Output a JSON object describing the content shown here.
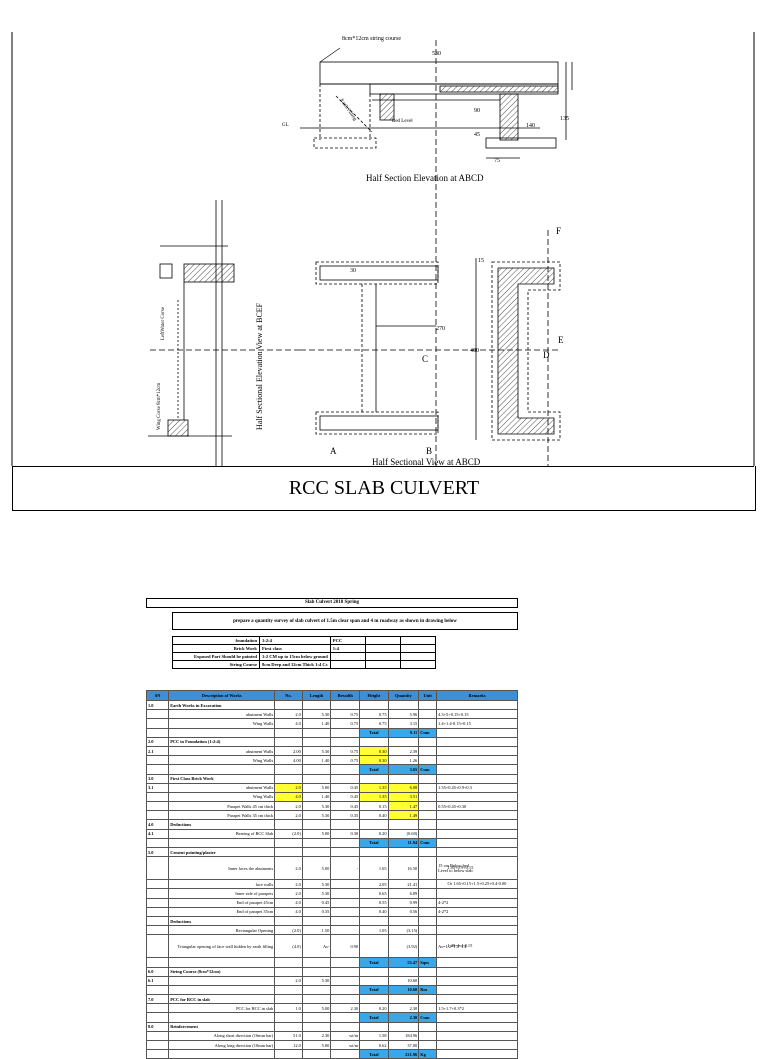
{
  "drawing": {
    "title": "RCC SLAB CULVERT",
    "labels": {
      "string_course_note": "8cm*12cm string course",
      "dim_530": "530",
      "dim_135": "135",
      "dim_140": "140",
      "dim_75": "75",
      "dim_90": "90",
      "dim_45": "45",
      "dim_30": "30",
      "dim_15": "15",
      "dim_270": "270",
      "dim_400": "400",
      "gl": "GL",
      "bed_level": "Bed Level",
      "earth_filling": "Earth Filling",
      "half_section_abcd": "Half Section Elevation  at  ABCD",
      "half_sectional_view_abcd": "Half Sectional View at ABCD",
      "half_sectional_elev_bcef": "Half Sectional  Elevation View at BCEF",
      "left_note_1": "LeftWater Corse",
      "left_note_2": "Wing Corse 8cm*12cm",
      "pt_a": "A",
      "pt_b": "B",
      "pt_c": "C",
      "pt_d": "D",
      "pt_e": "E",
      "pt_f": "F"
    }
  },
  "sheet": {
    "title": "Slab Culvert 2018 Spring",
    "prompt": "prepare a quantity survey of slab culvert of 1.5m clear span and 4 m roadway as shown in drawing below",
    "spec_rows": [
      [
        "foundation",
        "1:2:4",
        "PCC",
        "",
        ""
      ],
      [
        "Brick Work",
        "First class",
        "1:4",
        "",
        ""
      ],
      [
        "Exposed Part Should be pointed",
        "1:2 CM up to 15cm below ground",
        "",
        "",
        ""
      ],
      [
        "String Course",
        "8cm Deep and 12cm Thick 1:4 Cs",
        "",
        "",
        ""
      ]
    ],
    "headers": [
      "SN",
      "Description of Works",
      "No.",
      "Length",
      "Breadth",
      "Height",
      "Quantity",
      "Unit",
      "Remarks"
    ],
    "rows": [
      {
        "sn": "1.0",
        "desc": "Earth Works in Excavation",
        "no": "",
        "l": "",
        "b": "",
        "h": "",
        "q": "",
        "u": "",
        "rem": "",
        "kind": "section"
      },
      {
        "sn": "",
        "desc": "abutment Walls",
        "no": "2.0",
        "l": "5.30",
        "b": "0.75",
        "h": "0.75",
        "q": "5.96",
        "u": "",
        "rem": "4.3+5+0.15+0.15",
        "kind": "item"
      },
      {
        "sn": "",
        "desc": "Wing Walls",
        "no": "4.0",
        "l": "1.40",
        "b": "0.75",
        "h": "0.75",
        "q": "3.15",
        "u": "",
        "rem": "1.4+1.4-0.15+0.15",
        "kind": "item"
      },
      {
        "sn": "",
        "desc": "",
        "no": "",
        "l": "",
        "b": "",
        "h": "Total",
        "q": "9.11",
        "u": "Cum",
        "rem": "",
        "kind": "total"
      },
      {
        "sn": "2.0",
        "desc": "PCC in Foundation (1:2:4)",
        "no": "",
        "l": "",
        "b": "",
        "h": "",
        "q": "",
        "u": "",
        "rem": "",
        "kind": "section"
      },
      {
        "sn": "2.1",
        "desc": "abutment Walls",
        "no": "2.00",
        "l": "5.30",
        "b": "0.75",
        "h": "0.30",
        "q": "2.39",
        "u": "",
        "rem": "",
        "kind": "item",
        "yh": true
      },
      {
        "sn": "",
        "desc": "Wing Walls",
        "no": "4.00",
        "l": "1.40",
        "b": "0.75",
        "h": "0.30",
        "q": "1.26",
        "u": "",
        "rem": "",
        "kind": "item",
        "yh": true
      },
      {
        "sn": "",
        "desc": "",
        "no": "",
        "l": "",
        "b": "",
        "h": "Total",
        "q": "3.65",
        "u": "Cum",
        "rem": "",
        "kind": "total"
      },
      {
        "sn": "3.0",
        "desc": "First Class Brick Work",
        "no": "",
        "l": "",
        "b": "",
        "h": "",
        "q": "",
        "u": "",
        "rem": "",
        "kind": "section"
      },
      {
        "sn": "3.1",
        "desc": "abutment Walls",
        "no": "2.0",
        "l": "5.00",
        "b": "0.45",
        "h": "1.35",
        "q": "6.08",
        "u": "",
        "rem": "1.35+0.45+0.9+0.3",
        "kind": "item",
        "yall": true
      },
      {
        "sn": "",
        "desc": "Wing Walls",
        "no": "4.0",
        "l": "1.40",
        "b": "0.45",
        "h": "1.35",
        "q": "3.51",
        "u": "",
        "rem": "",
        "kind": "item",
        "yall": true
      },
      {
        "sn": "",
        "desc": "Parapet Walls 45 cm thick",
        "no": "2.0",
        "l": "5.30",
        "b": "0.45",
        "h": "0.15",
        "q": "1.47",
        "u": "",
        "rem": "0.55+0.45+0.30",
        "kind": "item",
        "yq": true
      },
      {
        "sn": "",
        "desc": "Parapet Walls 35 cm thick",
        "no": "2.0",
        "l": "5.30",
        "b": "0.35",
        "h": "0.40",
        "q": "1.49",
        "u": "",
        "rem": "",
        "kind": "item",
        "yq": true
      },
      {
        "sn": "4.0",
        "desc": "Deductions",
        "no": "",
        "l": "",
        "b": "",
        "h": "",
        "q": "",
        "u": "",
        "rem": "",
        "kind": "section"
      },
      {
        "sn": "4.1",
        "desc": "Bearing of RCC Slab",
        "no": "(2.0)",
        "l": "5.00",
        "b": "0.30",
        "h": "0.20",
        "q": "(0.60)",
        "u": "",
        "rem": "",
        "kind": "item"
      },
      {
        "sn": "",
        "desc": "",
        "no": "",
        "l": "",
        "b": "",
        "h": "Total",
        "q": "11.94",
        "u": "Cum",
        "rem": "",
        "kind": "total"
      },
      {
        "sn": "5.0",
        "desc": "Cement pointing/plaster",
        "no": "",
        "l": "",
        "b": "",
        "h": "",
        "q": "",
        "u": "",
        "rem": "",
        "kind": "section"
      },
      {
        "sn": "",
        "desc": "Inner faces  the abutments",
        "no": "2.0",
        "l": "5.00",
        "b": "-",
        "h": "1.65",
        "q": "16.50",
        "u": "",
        "rem": "15 cm Below bed Level to below slab",
        "rem2": "1.05+0.9+0.15",
        "kind": "tall"
      },
      {
        "sn": "",
        "desc": "face walls",
        "no": "2.0",
        "l": "5.30",
        "b": "",
        "h": "2.05",
        "q": "21.41",
        "u": "",
        "rem": "",
        "rem2": "Or 1.65+0.15+1.5+0.25+0.4-0.00",
        "kind": "item"
      },
      {
        "sn": "",
        "desc": "Inner side of parapets",
        "no": "2.0",
        "l": "5.30",
        "b": "",
        "h": "0.65",
        "q": "6.89",
        "u": "",
        "rem": "",
        "kind": "item"
      },
      {
        "sn": "",
        "desc": "End of parapet 45cm",
        "no": "4.0",
        "l": "0.45",
        "b": "",
        "h": "0.55",
        "q": "0.99",
        "u": "",
        "rem": "4-2*2",
        "kind": "item"
      },
      {
        "sn": "",
        "desc": "End of parapet 35cm",
        "no": "4.0",
        "l": "0.35",
        "b": "",
        "h": "0.40",
        "q": "0.56",
        "u": "",
        "rem": "4-2*2",
        "kind": "item"
      },
      {
        "sn": "",
        "desc": "Deductions",
        "no": "",
        "l": "",
        "b": "",
        "h": "",
        "q": "",
        "u": "",
        "rem": "",
        "kind": "section"
      },
      {
        "sn": "",
        "desc": "Rectangular Opening",
        "no": "(2.0)",
        "l": "1.50",
        "b": "",
        "h": "1.05",
        "q": "(3.15)",
        "u": "",
        "rem": "",
        "kind": "item"
      },
      {
        "sn": "",
        "desc": "Triangular opening of face wall hidden by earth filling",
        "no": "(4.0)",
        "l": "As-",
        "b": "0.90",
        "h": "",
        "q": "(3.92)",
        "u": "",
        "rem": "As=1/2*1.4*1.4",
        "rem2": "1.20=1.4-0.15",
        "kind": "tall"
      },
      {
        "sn": "",
        "desc": "",
        "no": "",
        "l": "",
        "b": "",
        "h": "Total",
        "q": "53.47",
        "u": "Sqm",
        "rem": "",
        "kind": "total"
      },
      {
        "sn": "6.0",
        "desc": "String Course (8cm*12cm)",
        "no": "",
        "l": "",
        "b": "",
        "h": "",
        "q": "",
        "u": "",
        "rem": "",
        "kind": "section"
      },
      {
        "sn": "6.1",
        "desc": "",
        "no": "2.0",
        "l": "5.30",
        "b": "",
        "h": "",
        "q": "10.60",
        "u": "",
        "rem": "",
        "kind": "item"
      },
      {
        "sn": "",
        "desc": "",
        "no": "",
        "l": "",
        "b": "",
        "h": "Total",
        "q": "10.60",
        "u": "Rm",
        "rem": "",
        "kind": "total"
      },
      {
        "sn": "7.0",
        "desc": "PCC for RCC in slab",
        "no": "",
        "l": "",
        "b": "",
        "h": "",
        "q": "",
        "u": "",
        "rem": "",
        "kind": "section"
      },
      {
        "sn": "",
        "desc": "PCC for RCC in slab",
        "no": "1.0",
        "l": "5.00",
        "b": "2.30",
        "h": "0.20",
        "q": "2.30",
        "u": "",
        "rem": "1.5+1.7+0.3*2",
        "kind": "item"
      },
      {
        "sn": "",
        "desc": "",
        "no": "",
        "l": "",
        "b": "",
        "h": "Total",
        "q": "2.30",
        "u": "Cum",
        "rem": "",
        "kind": "total"
      },
      {
        "sn": "8.0",
        "desc": "Reinforcement",
        "no": "",
        "l": "",
        "b": "",
        "h": "",
        "q": "",
        "u": "",
        "rem": "",
        "kind": "section"
      },
      {
        "sn": "",
        "desc": "Along short direction (16mm bar)",
        "no": "51.0",
        "l": "2.30",
        "b": "wt/m",
        "h": "1.58",
        "q": "184.96",
        "u": "",
        "rem": "",
        "kind": "item"
      },
      {
        "sn": "",
        "desc": "Along long direction (10mm bar)",
        "no": "12.0",
        "l": "5.00",
        "b": "wt/m",
        "h": "0.62",
        "q": "37.00",
        "u": "",
        "rem": "",
        "kind": "item"
      },
      {
        "sn": "",
        "desc": "",
        "no": "",
        "l": "",
        "b": "",
        "h": "Total",
        "q": "221.96",
        "u": "Kg",
        "rem": "",
        "kind": "total"
      }
    ]
  }
}
